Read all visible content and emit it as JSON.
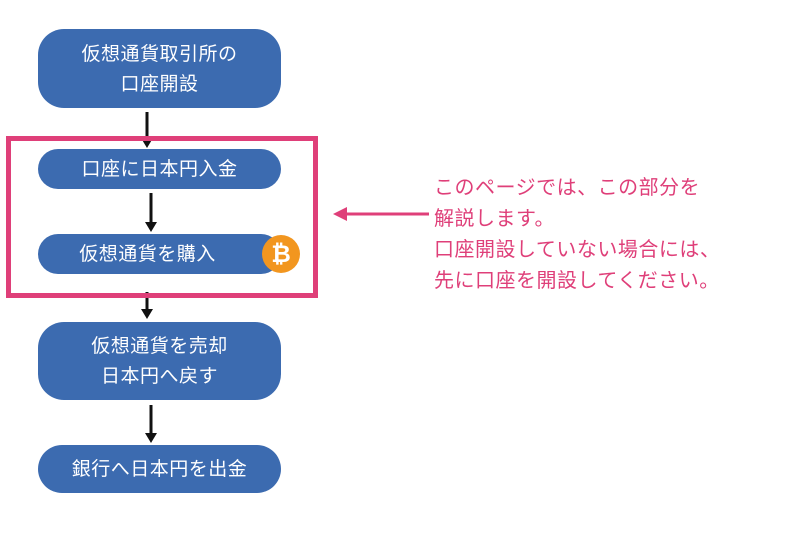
{
  "flow": {
    "step1": {
      "line1": "仮想通貨取引所の",
      "line2": "口座開設"
    },
    "step2": {
      "label": "口座に日本円入金"
    },
    "step3": {
      "label": "仮想通貨を購入"
    },
    "step4": {
      "line1": "仮想通貨を売却",
      "line2": "日本円へ戻す"
    },
    "step5": {
      "label": "銀行へ日本円を出金"
    }
  },
  "note": {
    "line1": "このページでは、この部分を",
    "line2": "解説します。",
    "line3": "口座開設していない場合には、",
    "line4": "先に口座を開設してください。"
  },
  "icons": {
    "bitcoin": "bitcoin-icon"
  },
  "colors": {
    "node": "#3c6bb0",
    "highlight": "#df3f79",
    "bitcoin": "#f2961f"
  }
}
